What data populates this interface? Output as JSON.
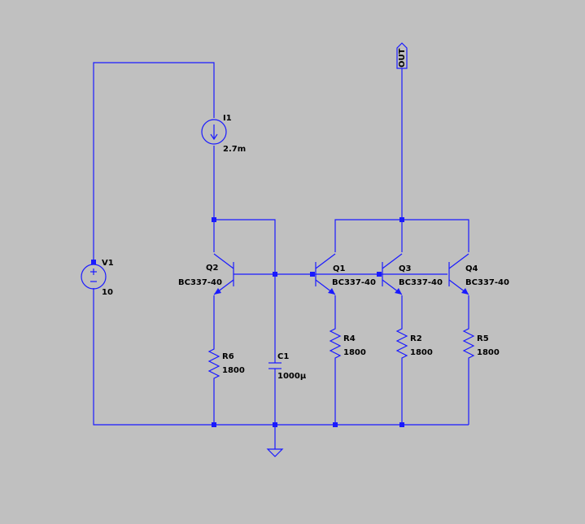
{
  "components": {
    "V1": {
      "name": "V1",
      "value": "10"
    },
    "I1": {
      "name": "I1",
      "value": "2.7m"
    },
    "Q1": {
      "name": "Q1",
      "model": "BC337-40"
    },
    "Q2": {
      "name": "Q2",
      "model": "BC337-40"
    },
    "Q3": {
      "name": "Q3",
      "model": "BC337-40"
    },
    "Q4": {
      "name": "Q4",
      "model": "BC337-40"
    },
    "R2": {
      "name": "R2",
      "value": "1800"
    },
    "R4": {
      "name": "R4",
      "value": "1800"
    },
    "R5": {
      "name": "R5",
      "value": "1800"
    },
    "R6": {
      "name": "R6",
      "value": "1800"
    },
    "C1": {
      "name": "C1",
      "value": "1000µ"
    }
  },
  "net_labels": {
    "out": "OUT"
  },
  "colors": {
    "background": "#c0c0c0",
    "wire": "#1a1aff",
    "text": "#000000"
  }
}
